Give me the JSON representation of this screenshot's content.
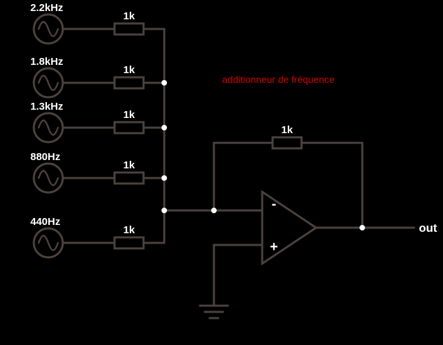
{
  "annotation": "additionneur de fréquence",
  "output_label": "out",
  "opamp": {
    "inverting": "-",
    "noninverting": "+"
  },
  "feedback": {
    "resistor_label": "1k"
  },
  "sources": [
    {
      "label": "2.2kHz",
      "resistor_label": "1k"
    },
    {
      "label": "1.8kHz",
      "resistor_label": "1k"
    },
    {
      "label": "1.3kHz",
      "resistor_label": "1k"
    },
    {
      "label": "880Hz",
      "resistor_label": "1k"
    },
    {
      "label": "440Hz",
      "resistor_label": "1k"
    }
  ],
  "colors": {
    "background": "#000000",
    "wire": "#4b423d",
    "node": "#ffffff",
    "text": "#ffffff",
    "annotation": "#d40000"
  }
}
